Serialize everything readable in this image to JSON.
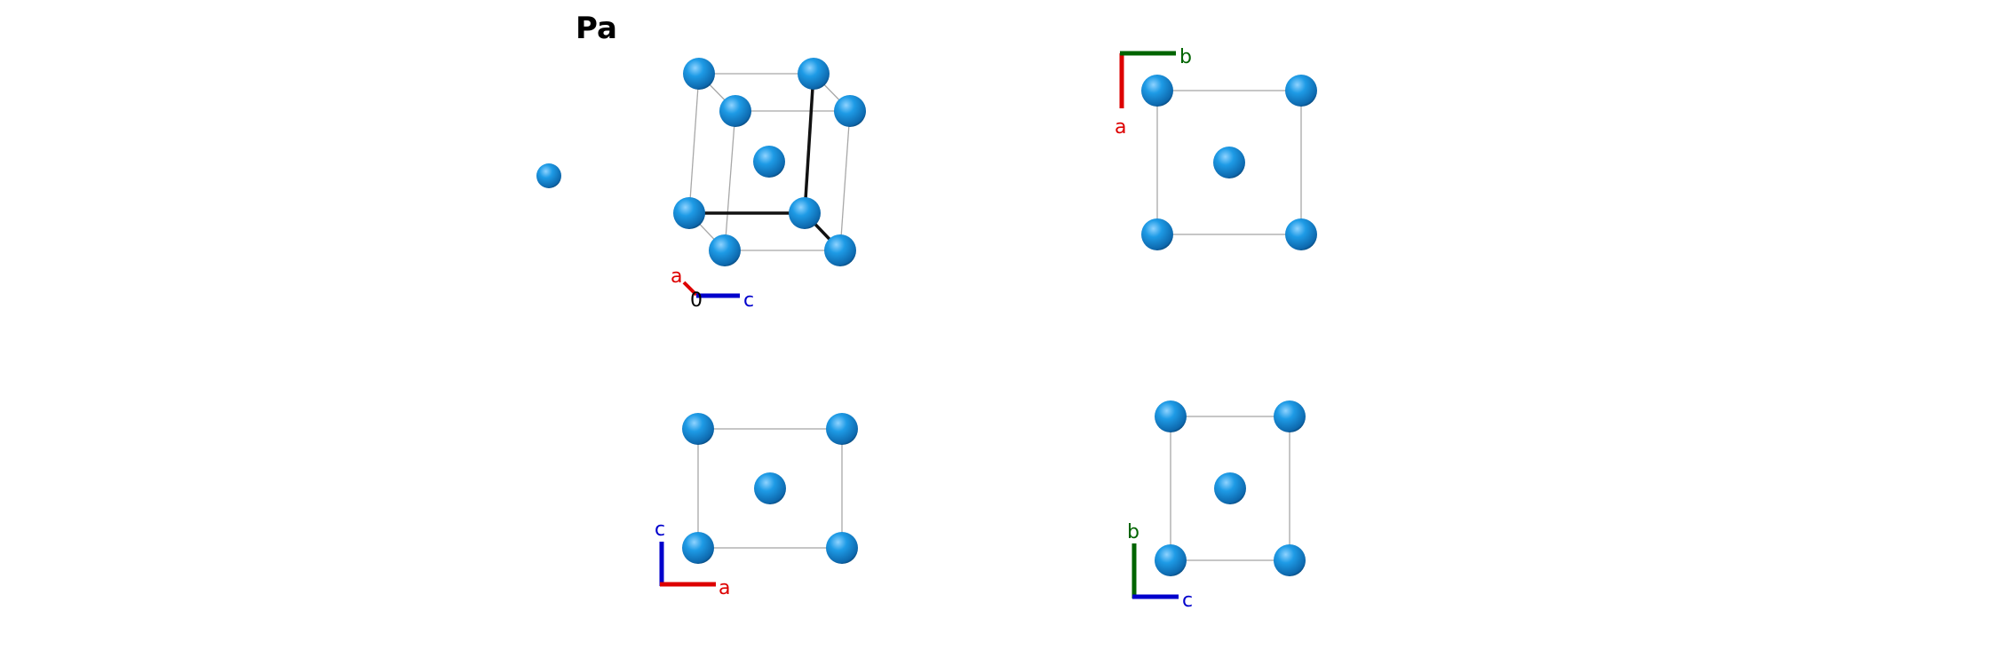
{
  "title": "Pa",
  "colors": {
    "atom": "#1e9be6",
    "atom_dark": "#0a4f86",
    "cell_edge": "#a8a8a8",
    "axis_a": "#dd0000",
    "axis_b": "#006400",
    "axis_c": "#0000cc",
    "axis_origin_bold": "#000000"
  },
  "views": {
    "perspective": {
      "axis_a": "a",
      "axis_c": "c",
      "origin": "0"
    },
    "top_right": {
      "axis_a": "a",
      "axis_b": "b"
    },
    "bottom_left": {
      "axis_c": "c",
      "axis_a": "a"
    },
    "bottom_right": {
      "axis_b": "b",
      "axis_c": "c"
    }
  }
}
